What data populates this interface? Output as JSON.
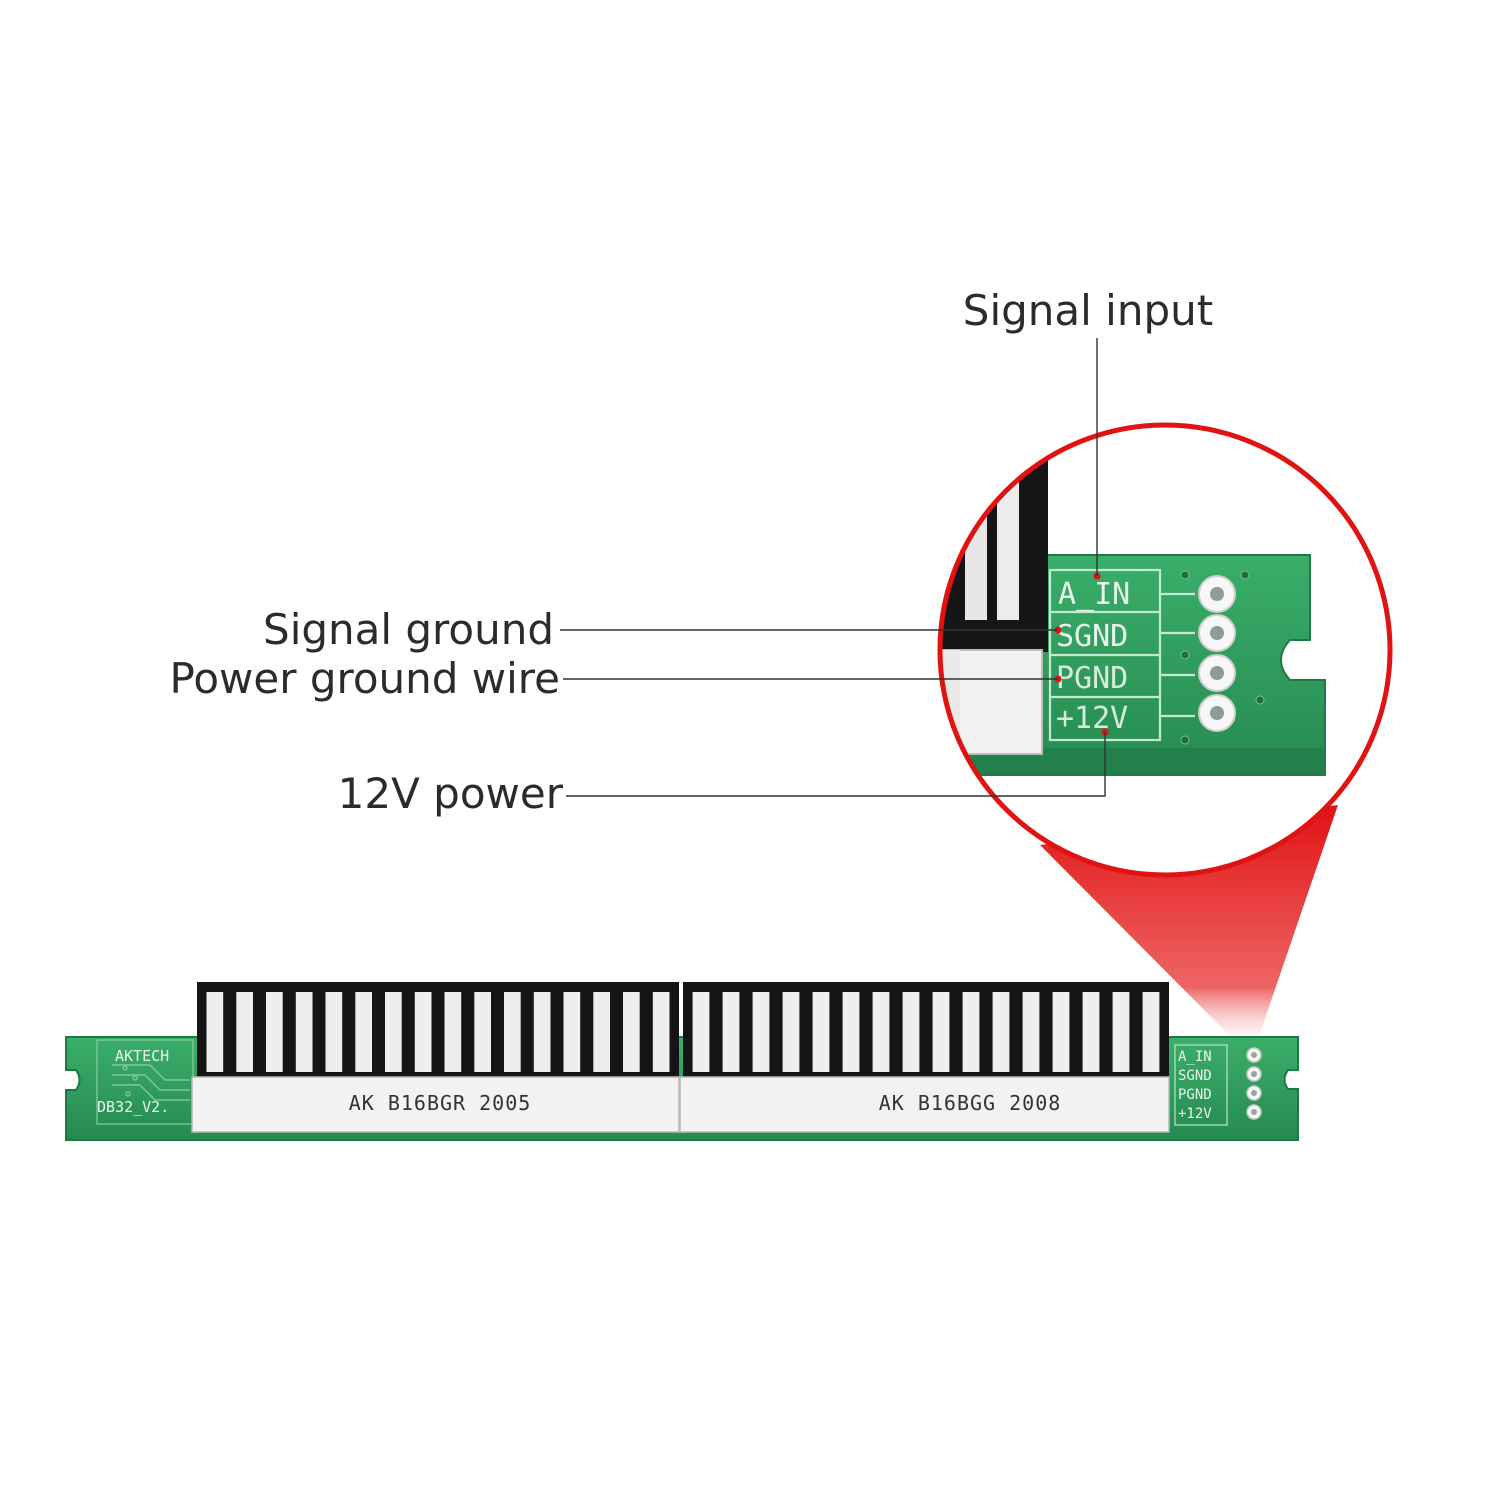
{
  "callouts": {
    "signal_input": "Signal input",
    "signal_ground": "Signal ground",
    "power_ground": "Power ground wire",
    "power_12v": "12V power"
  },
  "board": {
    "brand": "AKTECH",
    "model": "DB32_V2.",
    "chip_left_marking": "AK B16BGR 2005",
    "chip_right_marking": "AK B16BGG 2008",
    "pins": [
      "A_IN",
      "SGND",
      "PGND",
      "+12V"
    ],
    "segments_per_chip": 16
  },
  "colors": {
    "pcb": "#2e9e5e",
    "accent": "#e01212",
    "led_segment": "#eeeeee",
    "led_frame": "#1a1a1a"
  }
}
